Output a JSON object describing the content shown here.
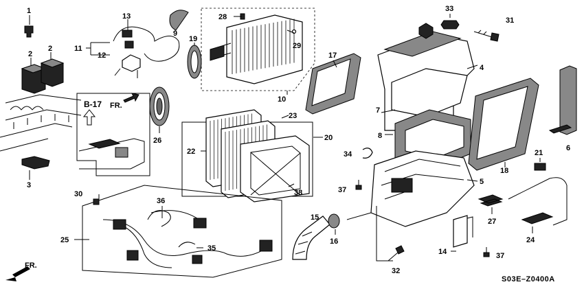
{
  "diagram_code": "S03E–Z0400A",
  "inset": {
    "ref": "B-17",
    "direction_label": "FR."
  },
  "bottom_direction_label": "FR.",
  "callouts": {
    "c1": "1",
    "c2a": "2",
    "c2b": "2",
    "c3": "3",
    "c4": "4",
    "c5": "5",
    "c6": "6",
    "c7": "7",
    "c8": "8",
    "c9": "9",
    "c10": "10",
    "c11": "11",
    "c12": "12",
    "c13": "13",
    "c14": "14",
    "c15": "15",
    "c16": "16",
    "c17": "17",
    "c18": "18",
    "c19": "19",
    "c20": "20",
    "c21": "21",
    "c22": "22",
    "c23": "23",
    "c24": "24",
    "c25": "25",
    "c26": "26",
    "c27": "27",
    "c28": "28",
    "c29": "29",
    "c30": "30",
    "c31": "31",
    "c32": "32",
    "c33": "33",
    "c34": "34",
    "c35": "35",
    "c36": "36",
    "c37a": "37",
    "c37b": "37",
    "c38": "38"
  }
}
